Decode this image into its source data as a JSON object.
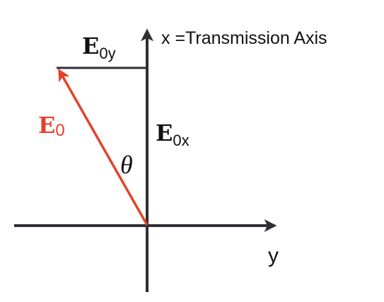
{
  "labels": {
    "x_axis": "x =Transmission Axis",
    "y_axis": "y",
    "e0_main": "E",
    "e0_sub": "0",
    "e0x_main": "E",
    "e0x_sub": "0x",
    "e0y_main": "E",
    "e0y_sub": "0y",
    "angle": "θ"
  },
  "colors": {
    "axis": "#2f2f35",
    "vector": "#e5412a",
    "text": "#111111",
    "background": "#ffffff"
  }
}
